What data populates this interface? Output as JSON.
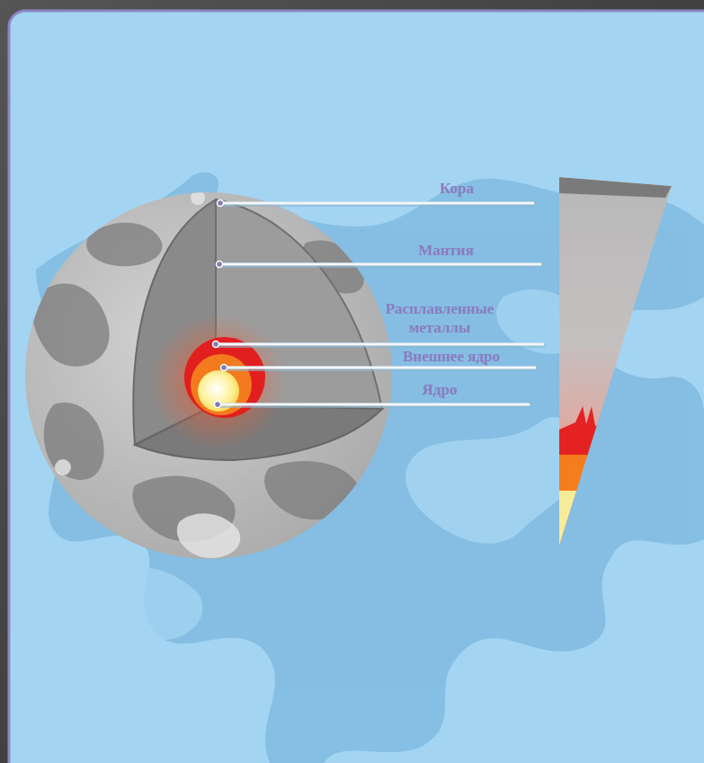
{
  "diagram": {
    "labels": [
      "Кора",
      "Мантия",
      "Расплавленные металлы",
      "Внешнее ядро",
      "Ядро"
    ]
  }
}
